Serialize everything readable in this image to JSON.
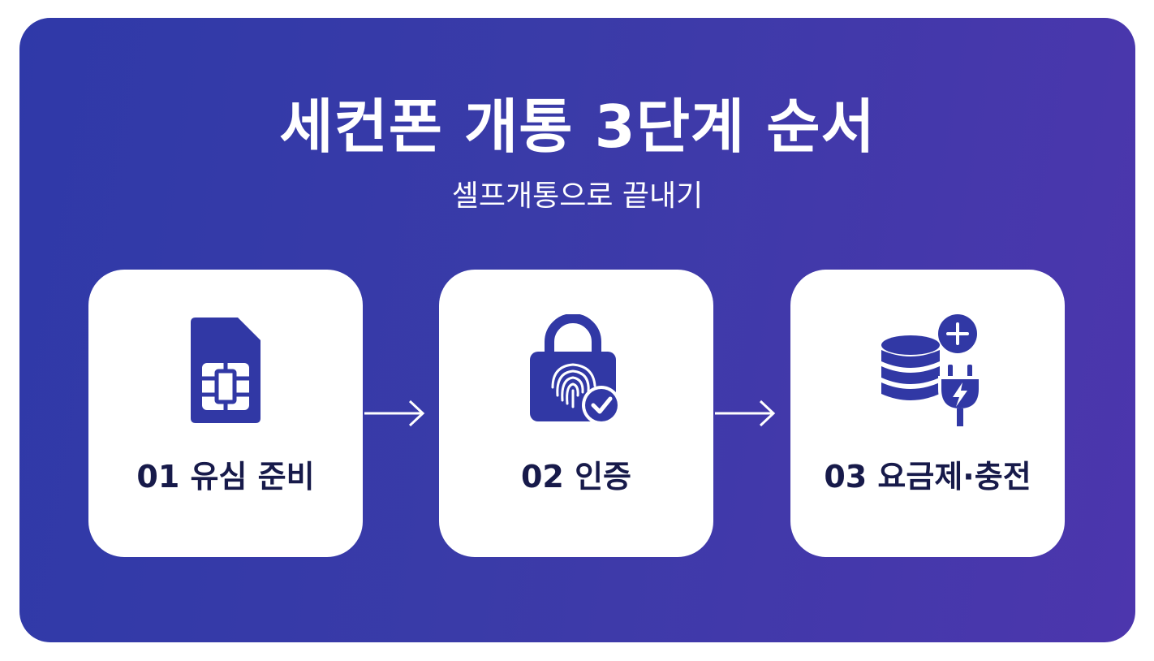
{
  "title": "세컨폰 개통 3단계 순서",
  "subtitle": "셀프개통으로 끝내기",
  "steps": [
    {
      "label": "01 유심 준비",
      "icon": "sim-card-icon"
    },
    {
      "label": "02 인증",
      "icon": "fingerprint-lock-icon"
    },
    {
      "label": "03 요금제·충전",
      "icon": "database-plus-plug-icon"
    }
  ],
  "colors": {
    "background_start": "#2f39a8",
    "background_end": "#4c36ad",
    "icon": "#3138a5",
    "label_text": "#171a4a",
    "card": "#ffffff"
  }
}
